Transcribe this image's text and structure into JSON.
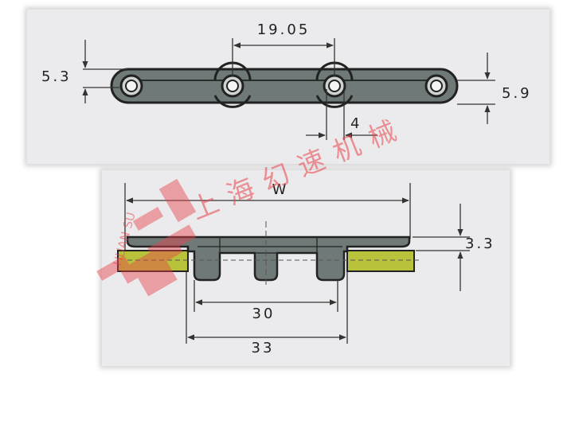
{
  "top_view": {
    "pitch": "19.05",
    "left_height": "5.3",
    "right_height": "5.9",
    "pin_dim": "4"
  },
  "cross_section": {
    "width_label": "W",
    "thickness": "3.3",
    "inner_span": "30",
    "outer_span": "33"
  },
  "watermark": {
    "text": "上海幻速机械",
    "brand": "HUAN SU"
  },
  "colors": {
    "chain": "#6f7a78",
    "wear_strip": "#b8c23a",
    "dimension_line": "#333333",
    "watermark": "#e8434a"
  }
}
